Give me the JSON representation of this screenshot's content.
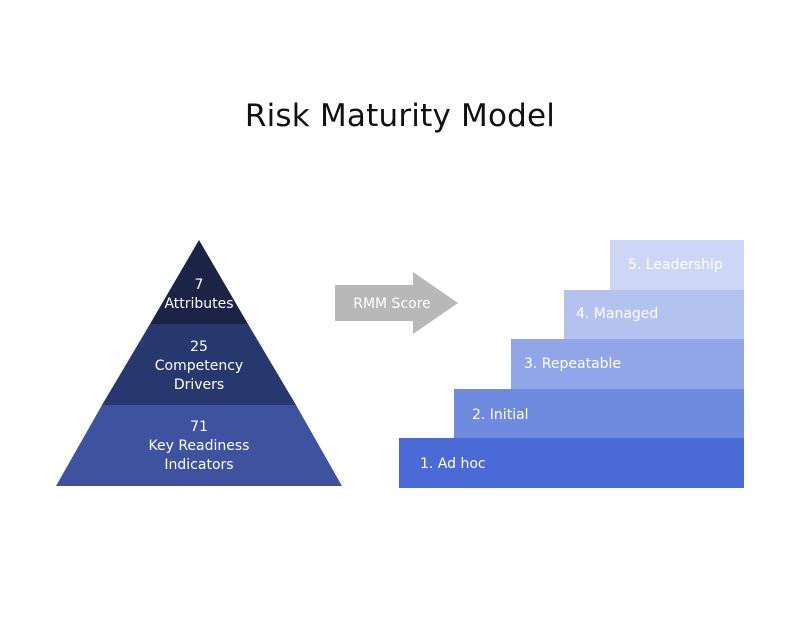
{
  "title": "Risk Maturity Model",
  "pyramid": {
    "tiers": [
      {
        "number": "7",
        "label": "Attributes",
        "label2": "",
        "color": "#1b2447"
      },
      {
        "number": "25",
        "label": "Competency",
        "label2": "Drivers",
        "color": "#27386e"
      },
      {
        "number": "71",
        "label": "Key Readiness",
        "label2": "Indicators",
        "color": "#3e52a0"
      }
    ]
  },
  "arrow": {
    "label": "RMM Score",
    "color": "#b8b8b8"
  },
  "stairs": {
    "steps": [
      {
        "label": "1. Ad hoc",
        "color": "#4a6bd6"
      },
      {
        "label": "2. Initial",
        "color": "#6e8be0"
      },
      {
        "label": "3. Repeatable",
        "color": "#91a6e8"
      },
      {
        "label": "4. Managed",
        "color": "#b4c2f0"
      },
      {
        "label": "5. Leadership",
        "color": "#cdd7f5"
      }
    ]
  }
}
